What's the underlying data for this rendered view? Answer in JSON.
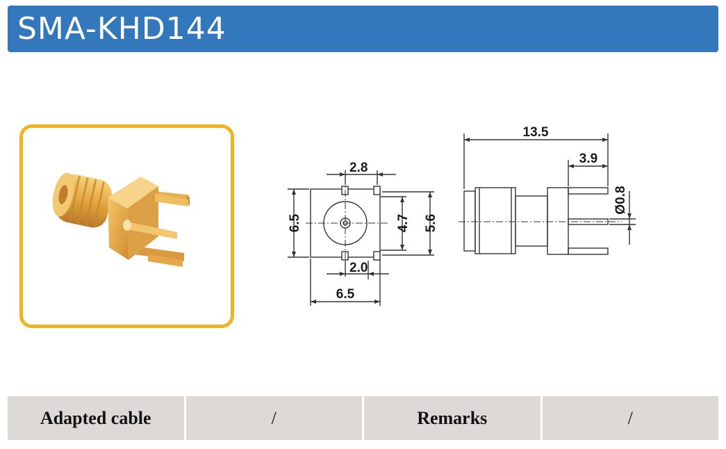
{
  "header": {
    "title": "SMA-KHD144"
  },
  "colors": {
    "header_bg": "#3377bd",
    "frame": "#f0b323",
    "table_bg": "#ddd9d6",
    "gold": "#e9a83a"
  },
  "front_view": {
    "dims": {
      "top_pin_gap": "2.8",
      "width": "6.5",
      "height": "6.5",
      "inner_height": "4.7",
      "pin_span": "5.6",
      "bottom_pin_gap": "2.0"
    }
  },
  "side_view": {
    "dims": {
      "length": "13.5",
      "pin_length": "3.9",
      "pin_diameter": "Ø0.8"
    }
  },
  "table": {
    "adapted_cable_label": "Adapted cable",
    "adapted_cable_value": "/",
    "remarks_label": "Remarks",
    "remarks_value": "/"
  }
}
